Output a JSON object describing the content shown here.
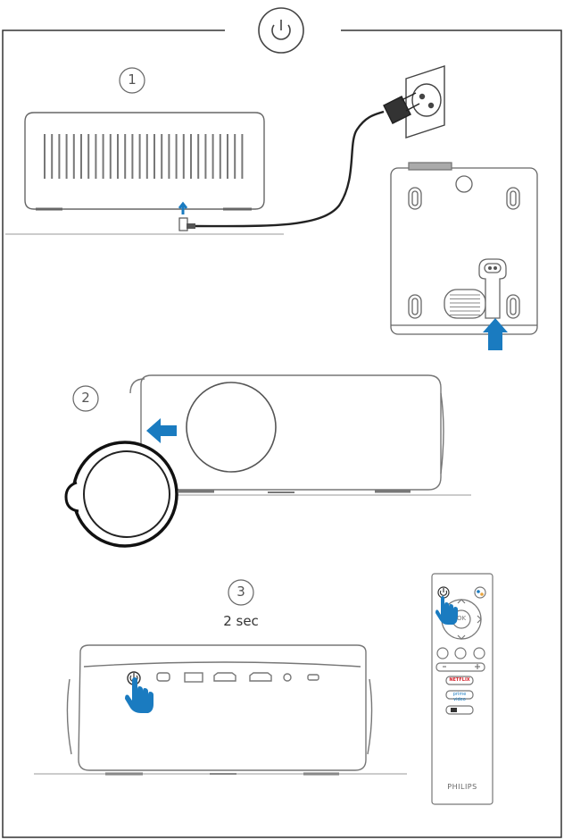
{
  "header": {
    "icon": "power-icon"
  },
  "steps": [
    {
      "number": "1",
      "title_icon": "numbered-circle"
    },
    {
      "number": "2",
      "title_icon": "numbered-circle"
    },
    {
      "number": "3",
      "title_icon": "numbered-circle",
      "duration": "2 sec"
    }
  ],
  "remote": {
    "ok_label": "OK",
    "netflix_label": "NETFLIX",
    "prime_label": "prime video",
    "brand": "PHILIPS"
  },
  "colors": {
    "accent": "#1a7bc0",
    "line": "#555555",
    "light_line": "#999999"
  }
}
